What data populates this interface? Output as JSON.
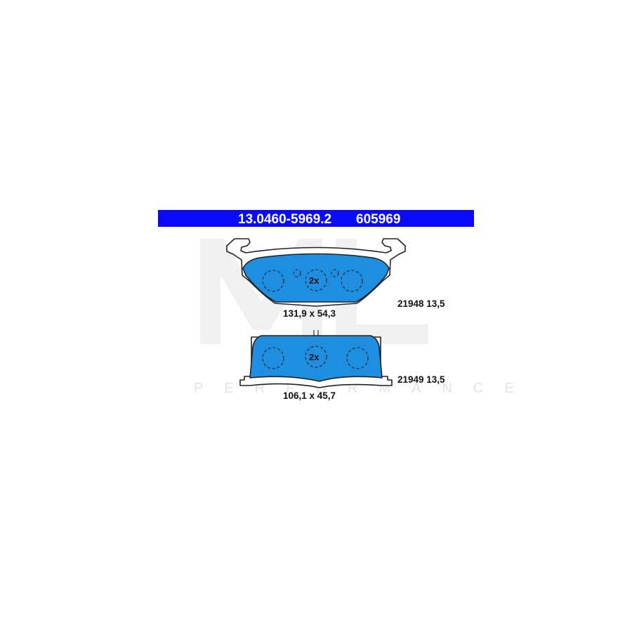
{
  "header": {
    "part_number": "13.0460-5969.2",
    "short_number": "605969",
    "bar_color": "#0a0aff"
  },
  "watermark": {
    "logo_letters": "ML",
    "tagline": "PERFORMANCE"
  },
  "pads": [
    {
      "id": "upper",
      "dimensions": "131,9 x 54,3",
      "quantity": "2x",
      "code": "21948 13,5"
    },
    {
      "id": "lower",
      "dimensions": "106,1 x 45,7",
      "quantity": "2x",
      "code": "21949 13,5"
    }
  ],
  "colors": {
    "pad_fill": "#1e8ee0",
    "outline": "#222222"
  }
}
